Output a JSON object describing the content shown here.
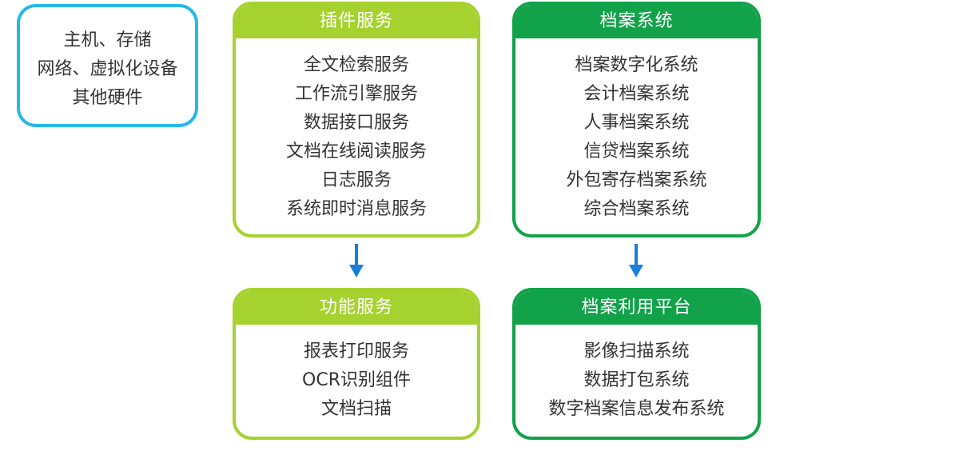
{
  "infrastructure": {
    "lines": [
      "主机、存储",
      "网络、虚拟化设备",
      "其他硬件"
    ]
  },
  "plugin_services": {
    "title": "插件服务",
    "items": [
      "全文检索服务",
      "工作流引擎服务",
      "数据接口服务",
      "文档在线阅读服务",
      "日志服务",
      "系统即时消息服务"
    ]
  },
  "archive_system": {
    "title": "档案系统",
    "items": [
      "档案数字化系统",
      "会计档案系统",
      "人事档案系统",
      "信贷档案系统",
      "外包寄存档案系统",
      "综合档案系统"
    ]
  },
  "function_services": {
    "title": "功能服务",
    "items": [
      "报表打印服务",
      "OCR识别组件",
      "文档扫描"
    ]
  },
  "archive_platform": {
    "title": "档案利用平台",
    "items": [
      "影像扫描系统",
      "数据打包系统",
      "数字档案信息发布系统"
    ]
  },
  "colors": {
    "infra_border": "#27b8e6",
    "light_green": "#a6d230",
    "dark_green": "#12a24a",
    "arrow_blue": "#1a7fd6"
  }
}
